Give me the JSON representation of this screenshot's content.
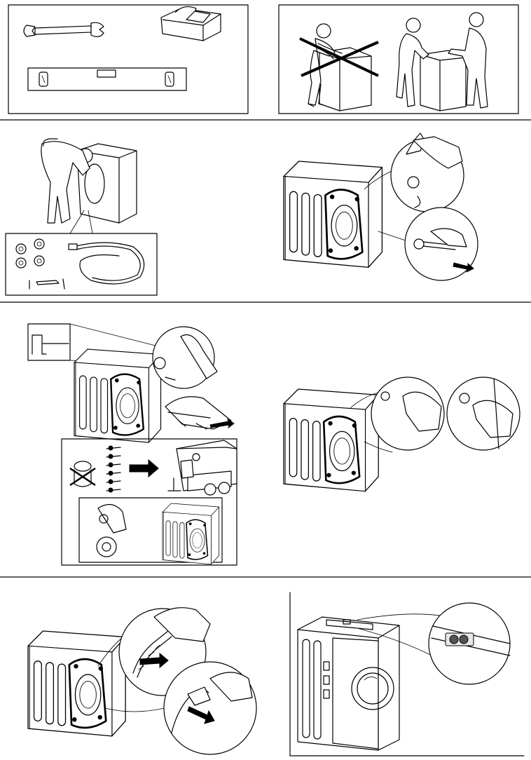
{
  "figures": [
    {
      "id": "tools",
      "description_visible": false
    },
    {
      "id": "lifting"
    },
    {
      "id": "unpacking"
    },
    {
      "id": "bolt-removal"
    },
    {
      "id": "transit-bolts"
    },
    {
      "id": "caps"
    },
    {
      "id": "hose-removal"
    },
    {
      "id": "leveling"
    }
  ]
}
